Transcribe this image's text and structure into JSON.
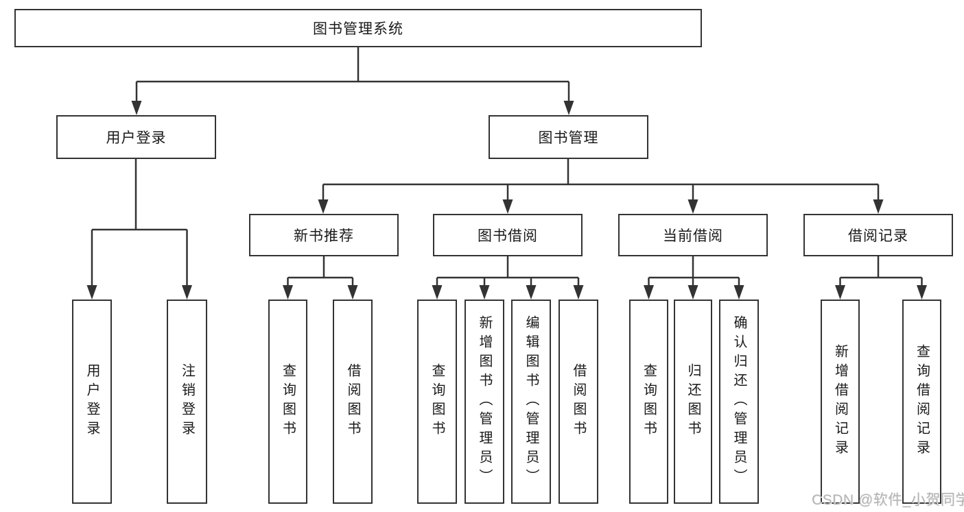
{
  "diagram": {
    "root": {
      "label": "图书管理系统",
      "children": [
        {
          "label": "用户登录",
          "children": [
            {
              "label": "用户登录"
            },
            {
              "label": "注销登录"
            }
          ]
        },
        {
          "label": "图书管理",
          "children": [
            {
              "label": "新书推荐",
              "children": [
                {
                  "label": "查询图书"
                },
                {
                  "label": "借阅图书"
                }
              ]
            },
            {
              "label": "图书借阅",
              "children": [
                {
                  "label": "查询图书"
                },
                {
                  "label": "新增图书（管理员）"
                },
                {
                  "label": "编辑图书（管理员）"
                },
                {
                  "label": "借阅图书"
                }
              ]
            },
            {
              "label": "当前借阅",
              "children": [
                {
                  "label": "查询图书"
                },
                {
                  "label": "归还图书"
                },
                {
                  "label": "确认归还（管理员）"
                }
              ]
            },
            {
              "label": "借阅记录",
              "children": [
                {
                  "label": "新增借阅记录"
                },
                {
                  "label": "查询借阅记录"
                }
              ]
            }
          ]
        }
      ]
    }
  },
  "watermark": {
    "text": "CSDN @软件_小贺同学"
  },
  "colors": {
    "background": "#ffffff",
    "line": "#333333",
    "box_border": "#333333",
    "text": "#1a1a1a",
    "watermark": "#b3b3b3"
  }
}
